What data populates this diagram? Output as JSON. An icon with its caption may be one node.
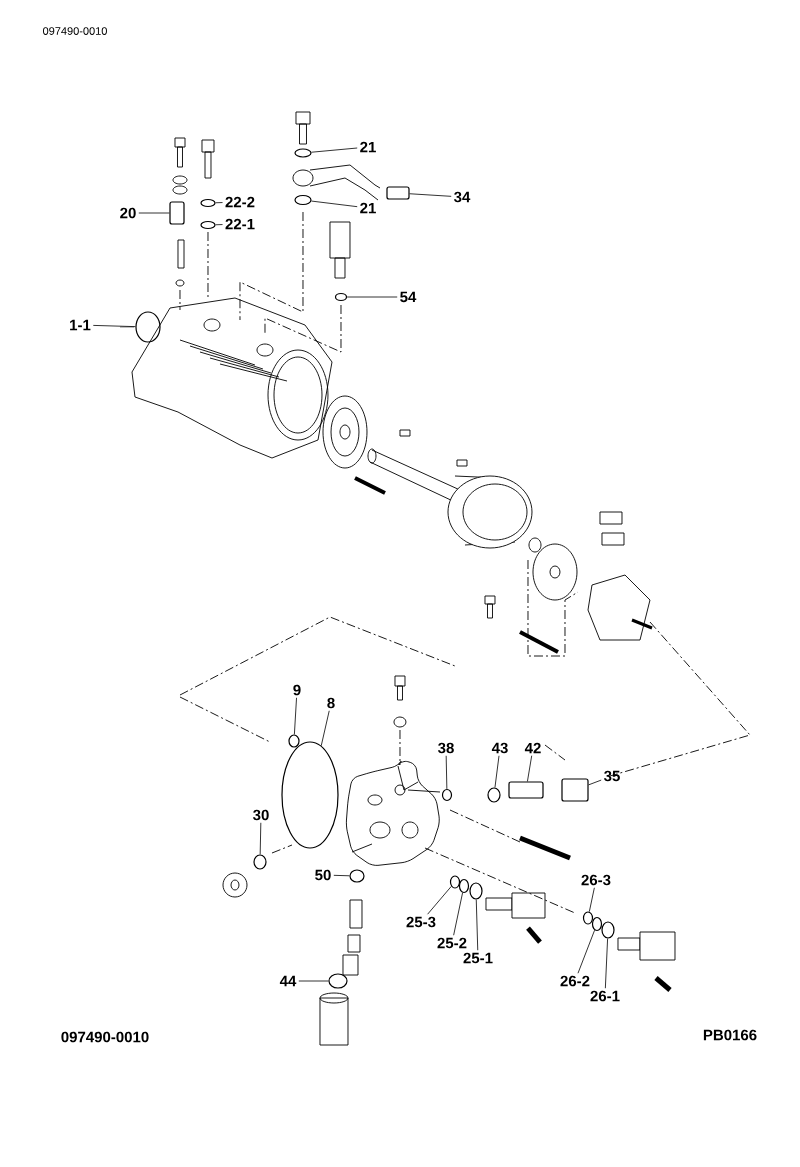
{
  "diagram": {
    "nodes": [
      {
        "text": [
          "21"
        ]
      },
      {
        "text": [],
        "shape": "circle"
      },
      {
        "text": [
          "34"
        ]
      },
      {
        "text": [],
        "shape": "box"
      },
      {
        "text": [
          "20"
        ]
      },
      {
        "text": [],
        "shape": "box"
      },
      {
        "text": [
          "22-2"
        ]
      },
      {
        "text": [],
        "shape": "circle"
      },
      {
        "text": [
          "22-1"
        ]
      },
      {
        "text": [],
        "shape": "circle"
      },
      {
        "text": [
          "21"
        ]
      },
      {
        "text": [],
        "shape": "circle"
      },
      {
        "text": [
          "54"
        ]
      },
      {
        "text": [],
        "shape": "circle"
      },
      {
        "text": [
          "1-1"
        ]
      },
      {
        "text": [],
        "shape": "circle"
      },
      {
        "text": [
          "9"
        ]
      },
      {
        "text": [],
        "shape": "circle"
      },
      {
        "text": [
          "8"
        ]
      },
      {
        "text": [],
        "shape": "circle"
      },
      {
        "text": [
          "38"
        ]
      },
      {
        "text": [],
        "shape": "circle"
      },
      {
        "text": [
          "43"
        ]
      },
      {
        "text": [],
        "shape": "circle"
      },
      {
        "text": [
          "42"
        ]
      },
      {
        "text": [],
        "shape": "box"
      },
      {
        "text": [
          "35"
        ]
      },
      {
        "text": [],
        "shape": "box"
      },
      {
        "text": [
          "30"
        ]
      },
      {
        "text": [],
        "shape": "circle"
      },
      {
        "text": [
          "50"
        ]
      },
      {
        "text": [],
        "shape": "circle"
      },
      {
        "text": [
          "25-3"
        ]
      },
      {
        "text": [],
        "shape": "circle"
      },
      {
        "text": [
          "25-2"
        ]
      },
      {
        "text": [],
        "shape": "circle"
      },
      {
        "text": [
          "25-1"
        ]
      },
      {
        "text": [],
        "shape": "circle"
      },
      {
        "text": [
          "26-3"
        ]
      },
      {
        "text": [],
        "shape": "circle"
      },
      {
        "text": [
          "26-2"
        ]
      },
      {
        "text": [],
        "shape": "circle"
      },
      {
        "text": [
          "26-1"
        ]
      },
      {
        "text": [],
        "shape": "circle"
      },
      {
        "text": [
          "44"
        ]
      },
      {
        "text": [],
        "shape": "circle"
      }
    ],
    "edges": [
      {
        "from": 0,
        "to": 1,
        "arrow": "none"
      },
      {
        "from": 2,
        "to": 3,
        "arrow": "none"
      },
      {
        "from": 4,
        "to": 5,
        "arrow": "none"
      },
      {
        "from": 6,
        "to": 7,
        "arrow": "none"
      },
      {
        "from": 8,
        "to": 9,
        "arrow": "none"
      },
      {
        "from": 10,
        "to": 11,
        "arrow": "none"
      },
      {
        "from": 12,
        "to": 13,
        "arrow": "none"
      },
      {
        "from": 14,
        "to": 15,
        "arrow": "none"
      },
      {
        "from": 16,
        "to": 17,
        "arrow": "none"
      },
      {
        "from": 18,
        "to": 19,
        "arrow": "none"
      },
      {
        "from": 20,
        "to": 21,
        "arrow": "none"
      },
      {
        "from": 22,
        "to": 23,
        "arrow": "none"
      },
      {
        "from": 24,
        "to": 25,
        "arrow": "none"
      },
      {
        "from": 26,
        "to": 27,
        "arrow": "none"
      },
      {
        "from": 28,
        "to": 29,
        "arrow": "none"
      },
      {
        "from": 30,
        "to": 31,
        "arrow": "none"
      },
      {
        "from": 32,
        "to": 33,
        "arrow": "none"
      },
      {
        "from": 34,
        "to": 35,
        "arrow": "none"
      },
      {
        "from": 36,
        "to": 37,
        "arrow": "none"
      },
      {
        "from": 38,
        "to": 39,
        "arrow": "none"
      },
      {
        "from": 40,
        "to": 41,
        "arrow": "none"
      },
      {
        "from": 42,
        "to": 43,
        "arrow": "none"
      },
      {
        "from": 44,
        "to": 45,
        "arrow": "none"
      }
    ],
    "labels": [
      "097490-0010",
      "097490-0010",
      "PB0166"
    ]
  }
}
